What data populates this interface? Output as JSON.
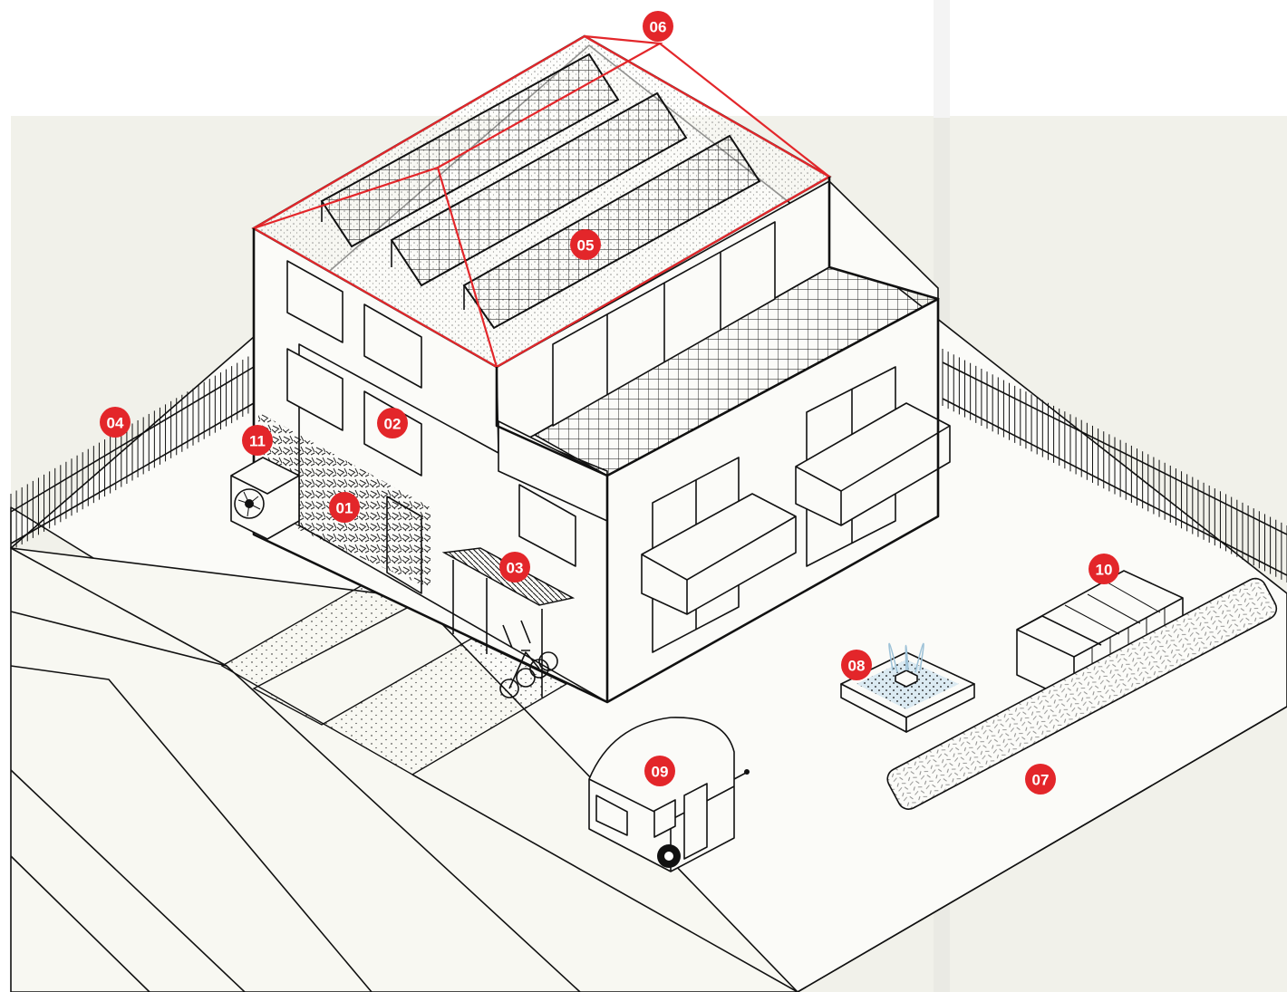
{
  "colors": {
    "accent": "#e3262a",
    "background_left": "#ffffff",
    "background_block": "#f1f1ea",
    "ground": "#f8f8f2",
    "line": "#111111",
    "water": "#cfe3ee"
  },
  "markers": [
    {
      "id": "01",
      "label": "01",
      "subject": "green-facade"
    },
    {
      "id": "02",
      "label": "02",
      "subject": "window"
    },
    {
      "id": "03",
      "label": "03",
      "subject": "bike-shelter-roof"
    },
    {
      "id": "04",
      "label": "04",
      "subject": "fence"
    },
    {
      "id": "05",
      "label": "05",
      "subject": "solar-panels"
    },
    {
      "id": "06",
      "label": "06",
      "subject": "roof-outline"
    },
    {
      "id": "07",
      "label": "07",
      "subject": "planting-bed"
    },
    {
      "id": "08",
      "label": "08",
      "subject": "fountain-pond"
    },
    {
      "id": "09",
      "label": "09",
      "subject": "caravan"
    },
    {
      "id": "10",
      "label": "10",
      "subject": "greenhouse"
    },
    {
      "id": "11",
      "label": "11",
      "subject": "heat-pump"
    }
  ]
}
